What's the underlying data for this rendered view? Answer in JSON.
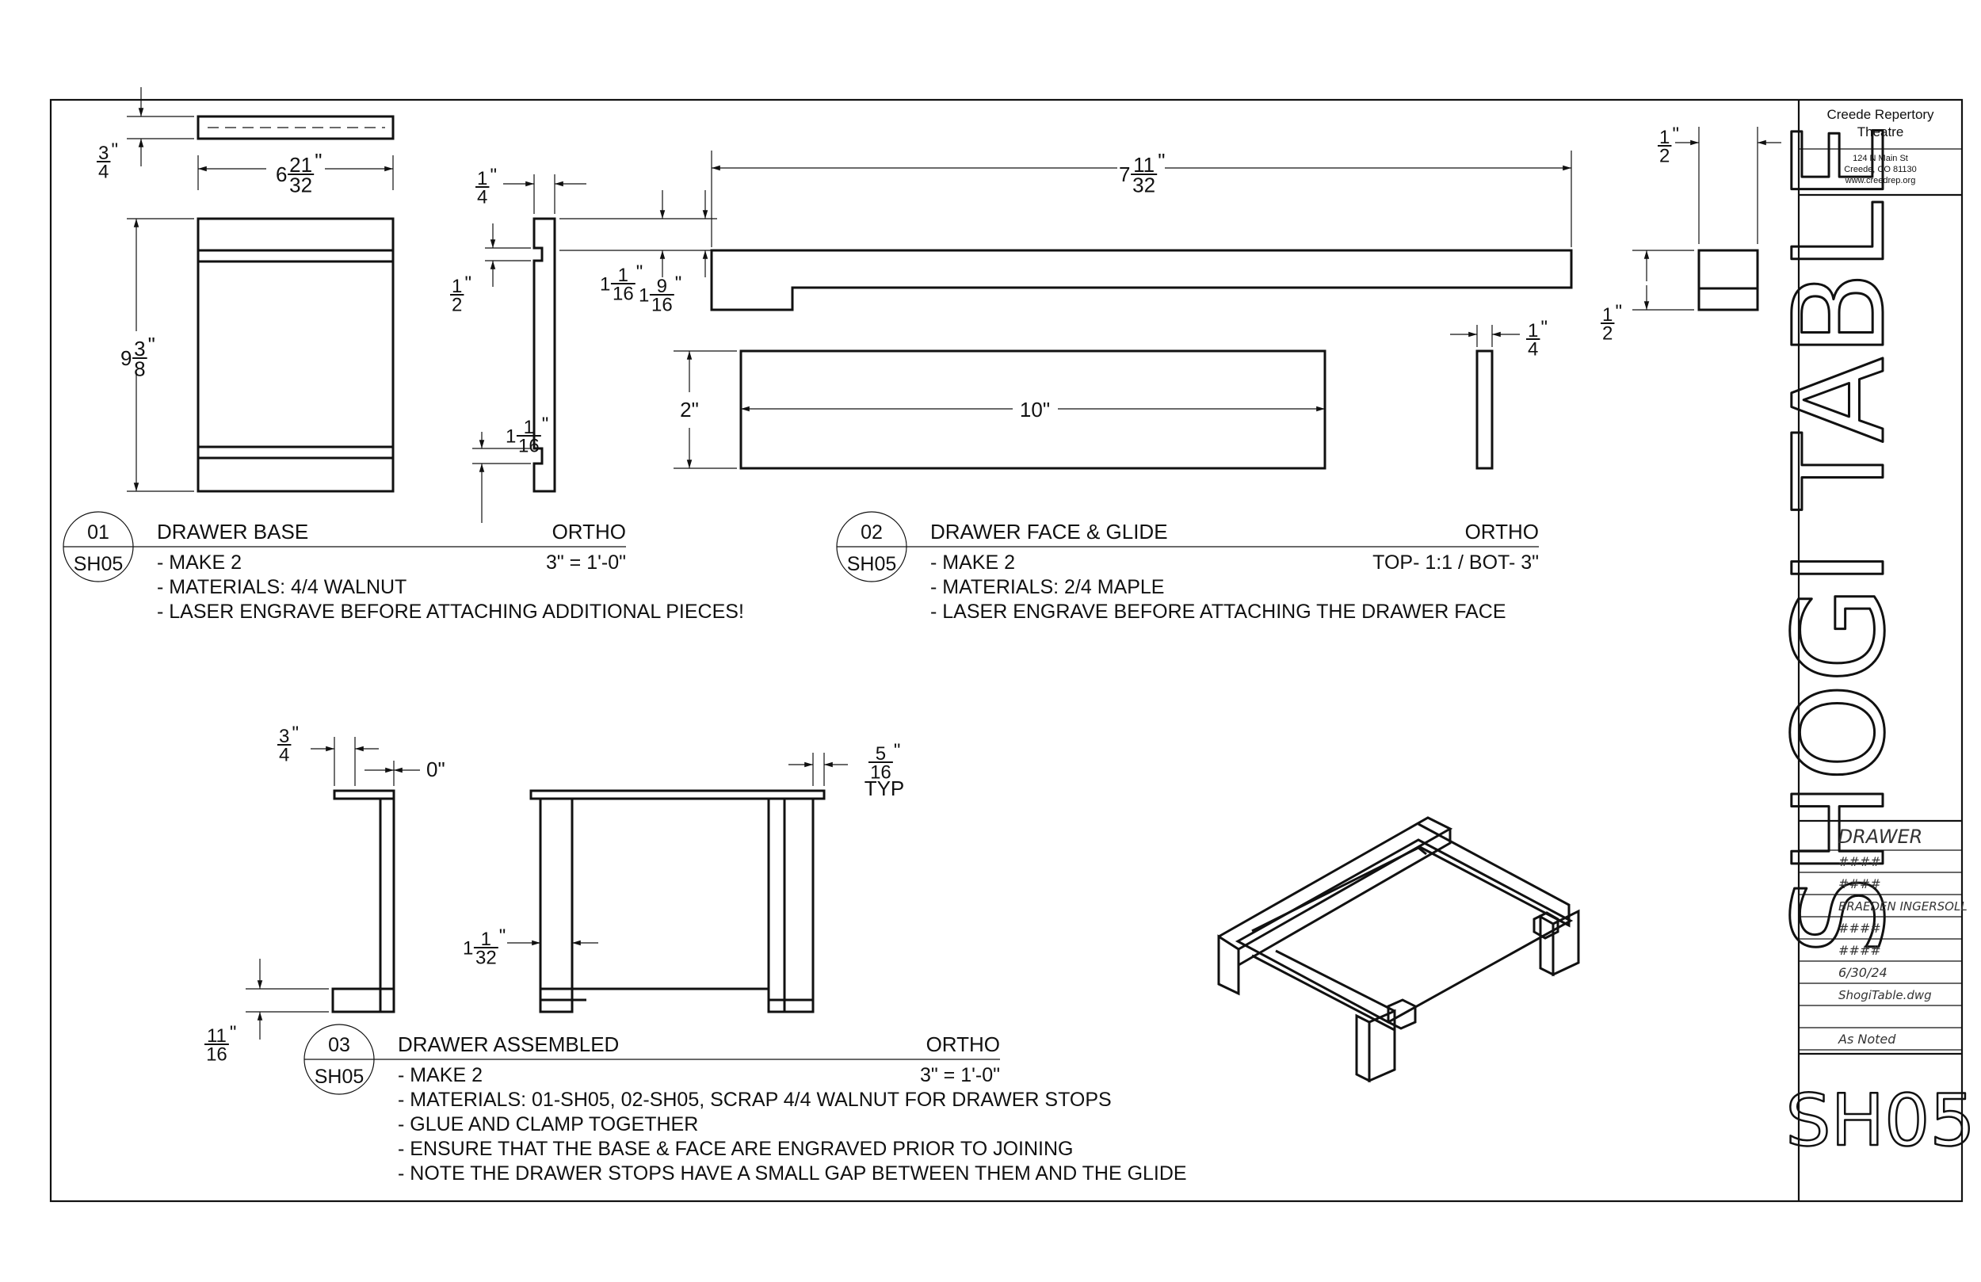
{
  "title_block": {
    "company": [
      "Creede Repertory",
      "Theatre"
    ],
    "address": [
      "124 N Main St",
      "Creede, CO 81130",
      "www.creedrep.org"
    ],
    "project_title": "SHOGI TABLE",
    "sheet_name": "DRAWER",
    "fields": [
      "####",
      "####",
      "BRAEDEN INGERSOLL",
      "####",
      "####",
      "6/30/24",
      "ShogiTable.dwg",
      "",
      "As Noted"
    ],
    "sheet_number": "SH05"
  },
  "details": [
    {
      "num": "01",
      "sheet": "SH05",
      "title": "DRAWER BASE",
      "view": "ORTHO",
      "scale": "3\" = 1'-0\"",
      "notes": [
        "- MAKE 2",
        "- MATERIALS: 4/4 WALNUT",
        "- LASER ENGRAVE BEFORE ATTACHING ADDITIONAL PIECES!"
      ]
    },
    {
      "num": "02",
      "sheet": "SH05",
      "title": "DRAWER FACE & GLIDE",
      "view": "ORTHO",
      "scale": "TOP- 1:1 / BOT- 3\"",
      "notes": [
        "- MAKE 2",
        "- MATERIALS: 2/4 MAPLE",
        "- LASER ENGRAVE BEFORE ATTACHING THE DRAWER FACE"
      ]
    },
    {
      "num": "03",
      "sheet": "SH05",
      "title": "DRAWER ASSEMBLED",
      "view": "ORTHO",
      "scale": "3\" = 1'-0\"",
      "notes": [
        "- MAKE 2",
        "- MATERIALS: 01-SH05, 02-SH05, SCRAP 4/4 WALNUT FOR DRAWER STOPS",
        "- GLUE AND CLAMP TOGETHER",
        "- ENSURE THAT THE BASE & FACE ARE ENGRAVED PRIOR TO JOINING",
        "- NOTE THE DRAWER STOPS HAVE A SMALL GAP BETWEEN THEM AND THE GLIDE"
      ]
    }
  ],
  "dimensions": {
    "base_thickness": {
      "whole": "",
      "num": "3",
      "den": "4"
    },
    "base_width": {
      "whole": "6",
      "num": "21",
      "den": "32"
    },
    "base_height": {
      "whole": "9",
      "num": "3",
      "den": "8"
    },
    "side_thickness": {
      "whole": "",
      "num": "1",
      "den": "4"
    },
    "side_groove": {
      "whole": "",
      "num": "1",
      "den": "2"
    },
    "side_groove_low": {
      "whole": "1",
      "num": "1",
      "den": "16"
    },
    "glide_step_a": {
      "whole": "1",
      "num": "1",
      "den": "16"
    },
    "glide_step_b": {
      "whole": "1",
      "num": "9",
      "den": "16"
    },
    "glide_length": {
      "whole": "7",
      "num": "11",
      "den": "32"
    },
    "end_width": {
      "whole": "",
      "num": "1",
      "den": "2"
    },
    "end_height": {
      "whole": "",
      "num": "1",
      "den": "2"
    },
    "face_height": "2\"",
    "face_length": "10\"",
    "face_thickness": {
      "whole": "",
      "num": "1",
      "den": "4"
    },
    "asm_side_width": {
      "whole": "",
      "num": "3",
      "den": "4"
    },
    "asm_gap": "0\"",
    "asm_typ": {
      "whole": "",
      "num": "5",
      "den": "16"
    },
    "asm_typ_label": "TYP",
    "asm_glide": {
      "whole": "1",
      "num": "1",
      "den": "32"
    },
    "asm_stop": {
      "whole": "",
      "num": "11",
      "den": "16"
    }
  }
}
